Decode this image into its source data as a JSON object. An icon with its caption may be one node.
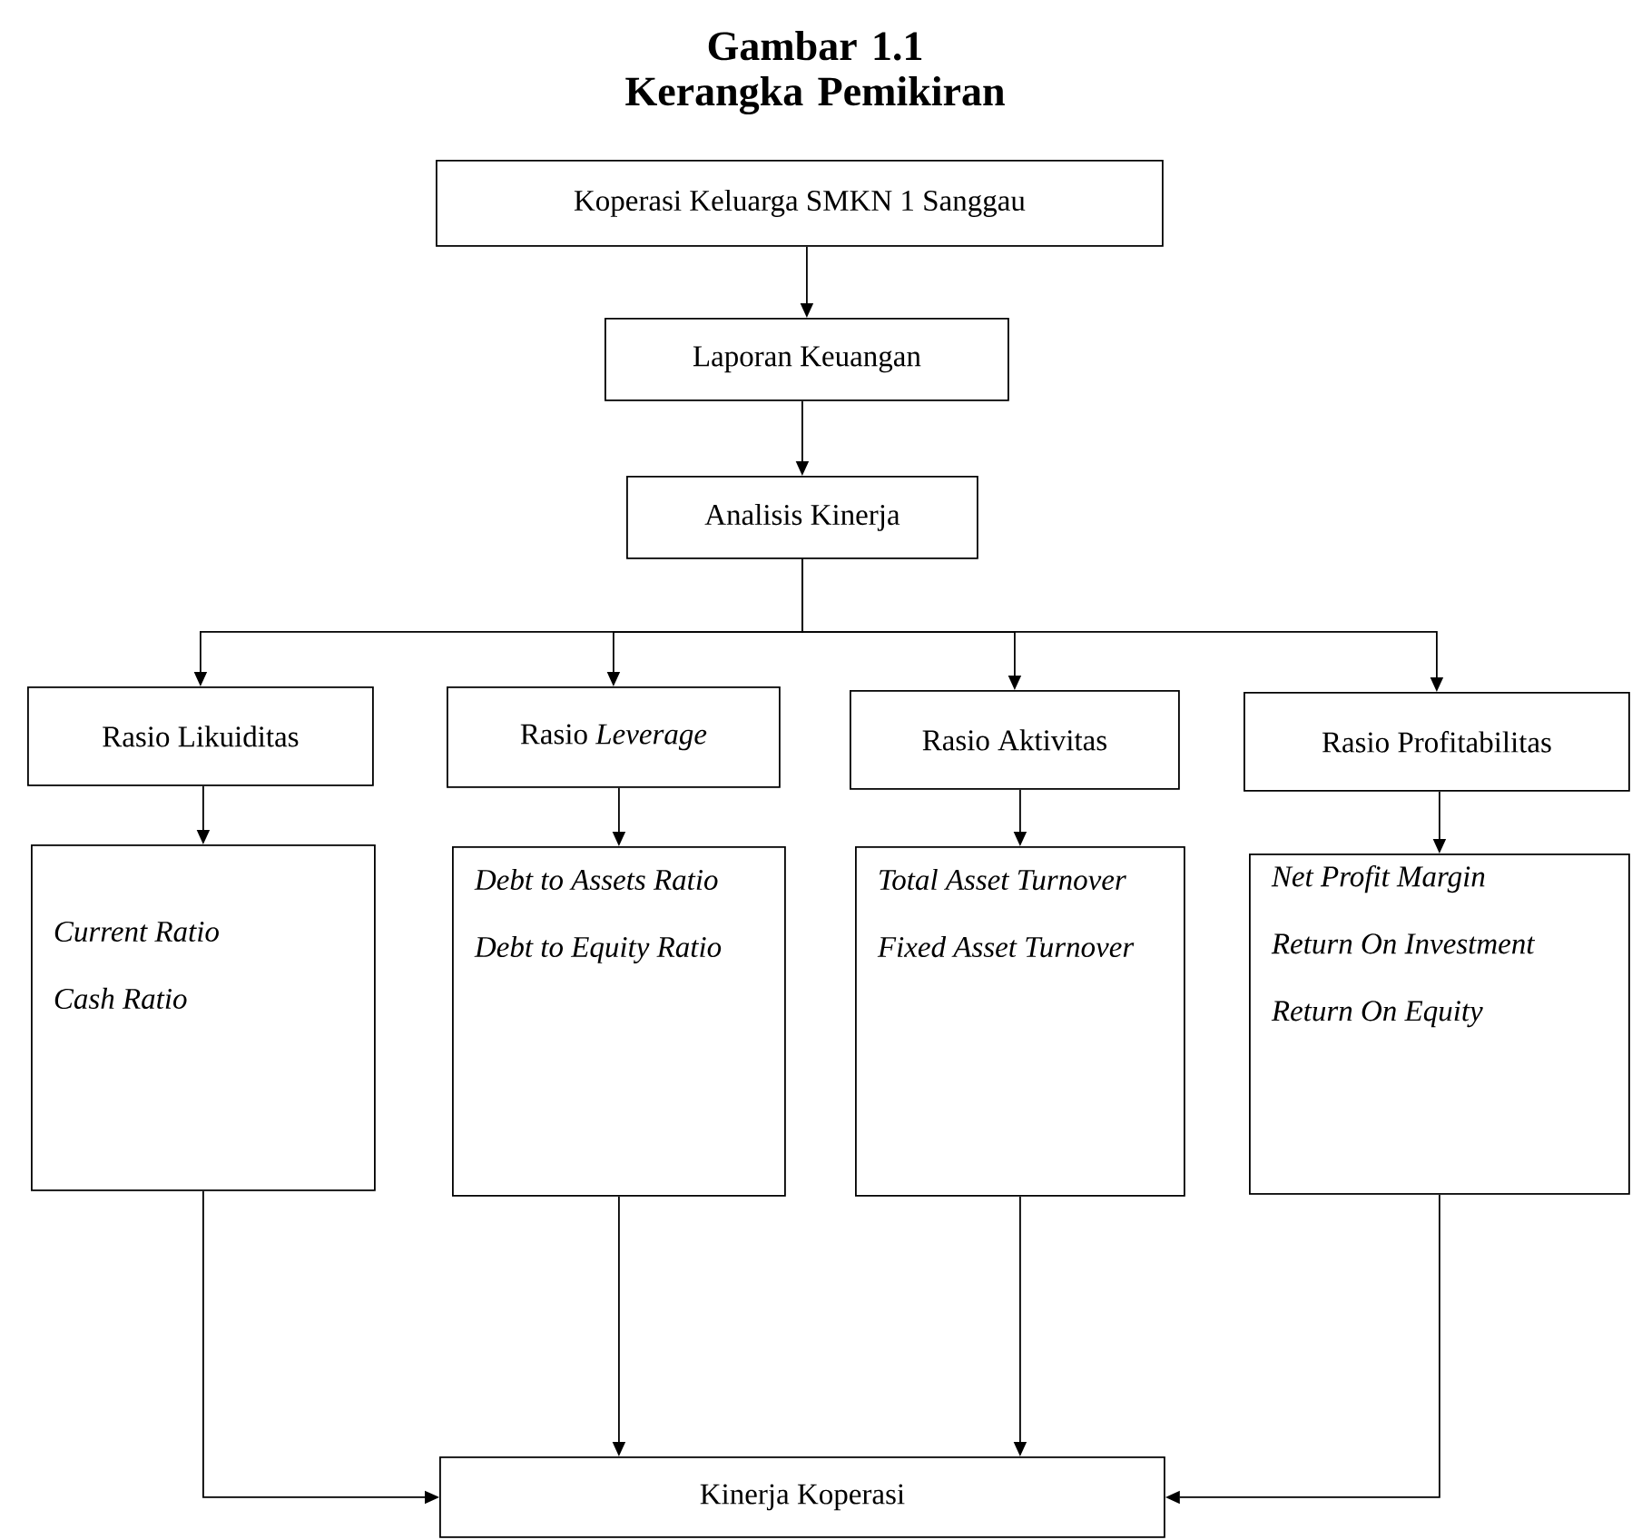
{
  "diagram": {
    "title": "Gambar 1.1 Kerangka Pemikiran",
    "nodes": [
      {
        "text": [
          "Koperasi Keluarga SMKN 1 Sanggau"
        ]
      },
      {
        "text": [
          "Laporan Keuangan"
        ]
      },
      {
        "text": [
          "Analisis Kinerja"
        ]
      },
      {
        "text": [
          "Rasio Likuiditas"
        ]
      },
      {
        "text": [
          "Rasio *Leverage*"
        ]
      },
      {
        "text": [
          "Rasio Aktivitas"
        ]
      },
      {
        "text": [
          "Rasio Profitabilitas"
        ]
      },
      {
        "text": [
          "Current Ratio",
          "Cash Ratio"
        ]
      },
      {
        "text": [
          "Debt to Assets Ratio",
          "Debt to Equity Ratio"
        ]
      },
      {
        "text": [
          "Total Asset Turnover",
          "Fixed Asset Turnover"
        ]
      },
      {
        "text": [
          "Net Profit Margin",
          "Return On Investment",
          "Return On Equity"
        ]
      },
      {
        "text": [
          "Kinerja Koperasi"
        ]
      }
    ],
    "edges": [
      {
        "from": 0,
        "to": 1,
        "arrow": "to"
      },
      {
        "from": 1,
        "to": 2,
        "arrow": "to"
      },
      {
        "from": 2,
        "to": 3,
        "arrow": "to"
      },
      {
        "from": 2,
        "to": 4,
        "arrow": "to"
      },
      {
        "from": 2,
        "to": 5,
        "arrow": "to"
      },
      {
        "from": 2,
        "to": 6,
        "arrow": "to"
      },
      {
        "from": 3,
        "to": 7,
        "arrow": "to"
      },
      {
        "from": 4,
        "to": 8,
        "arrow": "to"
      },
      {
        "from": 5,
        "to": 9,
        "arrow": "to"
      },
      {
        "from": 6,
        "to": 10,
        "arrow": "to"
      },
      {
        "from": 7,
        "to": 11,
        "arrow": "to"
      },
      {
        "from": 8,
        "to": 11,
        "arrow": "to"
      },
      {
        "from": 9,
        "to": 11,
        "arrow": "to"
      },
      {
        "from": 10,
        "to": 11,
        "arrow": "to"
      }
    ]
  }
}
